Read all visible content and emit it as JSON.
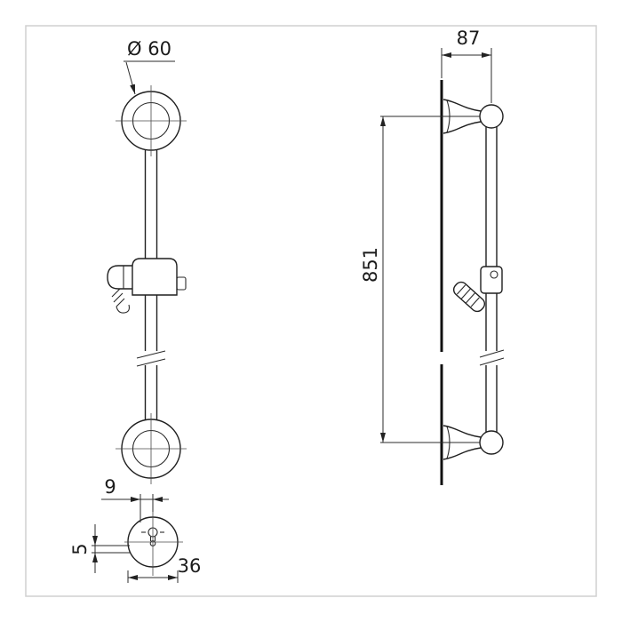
{
  "page": {
    "background": "#ffffff",
    "border_color": "#d0d0d0",
    "line_color": "#1f1f1f"
  },
  "dimensions": {
    "flange_diameter": "Ø 60",
    "wall_offset": "87",
    "bar_length": "851",
    "slider_pin_offset": "9",
    "slider_detail_height": "5",
    "slider_diameter": "36"
  }
}
